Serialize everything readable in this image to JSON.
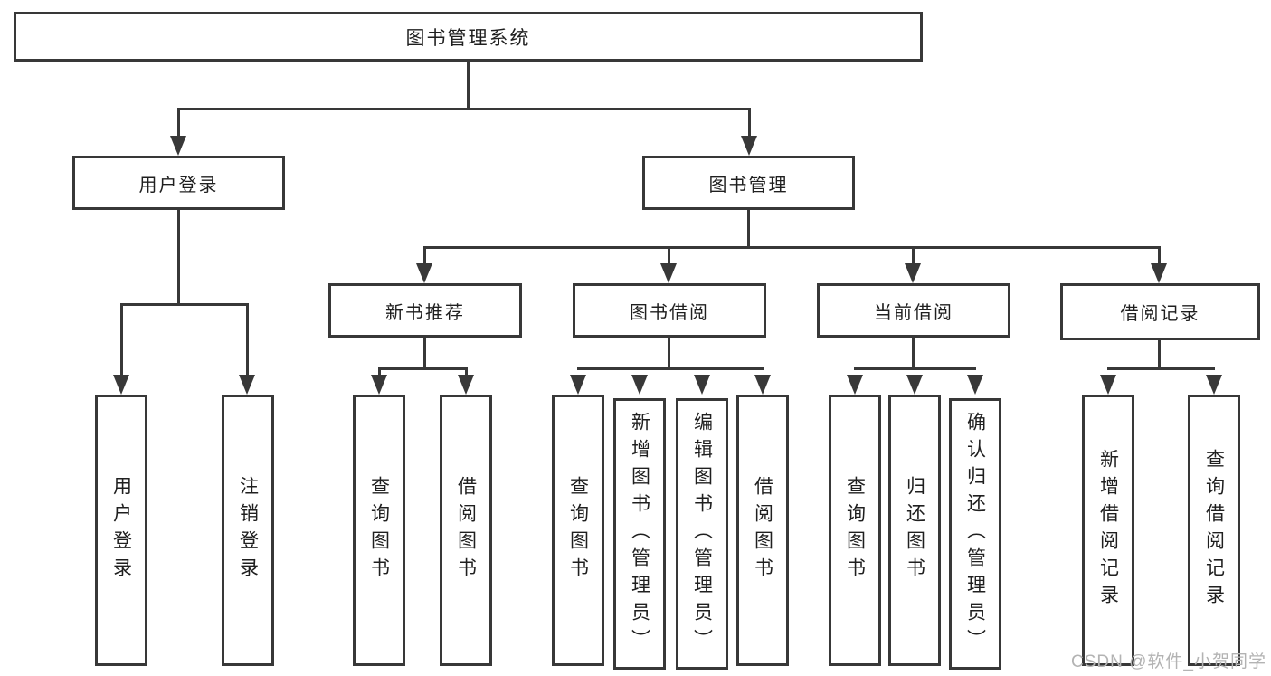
{
  "diagram": {
    "root": {
      "label": "图书管理系统"
    },
    "level2": [
      {
        "label": "用户登录"
      },
      {
        "label": "图书管理"
      }
    ],
    "level3": [
      {
        "label": "新书推荐"
      },
      {
        "label": "图书借阅"
      },
      {
        "label": "当前借阅"
      },
      {
        "label": "借阅记录"
      }
    ],
    "leaves": {
      "login": [
        {
          "label": "用户登录"
        },
        {
          "label": "注销登录"
        }
      ],
      "recommend": [
        {
          "label": "查询图书"
        },
        {
          "label": "借阅图书"
        }
      ],
      "borrow": [
        {
          "label": "查询图书"
        },
        {
          "label": "新增图书（管理员）"
        },
        {
          "label": "编辑图书（管理员）"
        },
        {
          "label": "借阅图书"
        }
      ],
      "current": [
        {
          "label": "查询图书"
        },
        {
          "label": "归还图书"
        },
        {
          "label": "确认归还（管理员）"
        }
      ],
      "records": [
        {
          "label": "新增借阅记录"
        },
        {
          "label": "查询借阅记录"
        }
      ]
    },
    "watermark": "CSDN @软件_小贺同学",
    "colors": {
      "line": "#383838",
      "text": "#1f1f1f",
      "background": "#ffffff",
      "watermark": "#b3b3b3"
    }
  }
}
